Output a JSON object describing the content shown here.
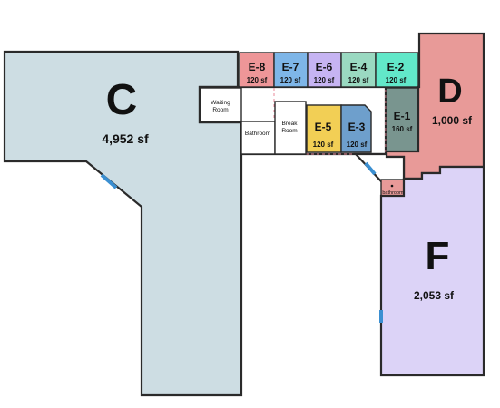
{
  "colors": {
    "suite_c": "#cddde3",
    "suite_d": "#e89a98",
    "suite_f": "#dcd3f7",
    "e8": "#ee9698",
    "e7": "#7eb6e8",
    "e6": "#c6b4f2",
    "e4": "#9ad9c1",
    "e2": "#62e8c9",
    "e5": "#f2cf55",
    "e3": "#6e9fcc",
    "e1": "#79958f",
    "door": "#3b8fd1"
  },
  "suites": {
    "c": {
      "label": "C",
      "area": "4,952 sf"
    },
    "d": {
      "label": "D",
      "area": "1,000 sf"
    },
    "f": {
      "label": "F",
      "area": "2,053 sf"
    }
  },
  "offices": {
    "e8": {
      "label": "E-8",
      "area": "120 sf"
    },
    "e7": {
      "label": "E-7",
      "area": "120 sf"
    },
    "e6": {
      "label": "E-6",
      "area": "120 sf"
    },
    "e4": {
      "label": "E-4",
      "area": "120 sf"
    },
    "e2": {
      "label": "E-2",
      "area": "120 sf"
    },
    "e5": {
      "label": "E-5",
      "area": "120 sf"
    },
    "e3": {
      "label": "E-3",
      "area": "120 sf"
    },
    "e1": {
      "label": "E-1",
      "area": "160 sf"
    }
  },
  "shared": {
    "waiting_line1": "Waiting",
    "waiting_line2": "Room",
    "bathroom": "Bathroom",
    "break_line1": "Break",
    "break_line2": "Room",
    "small_bathroom": "bathroom"
  }
}
